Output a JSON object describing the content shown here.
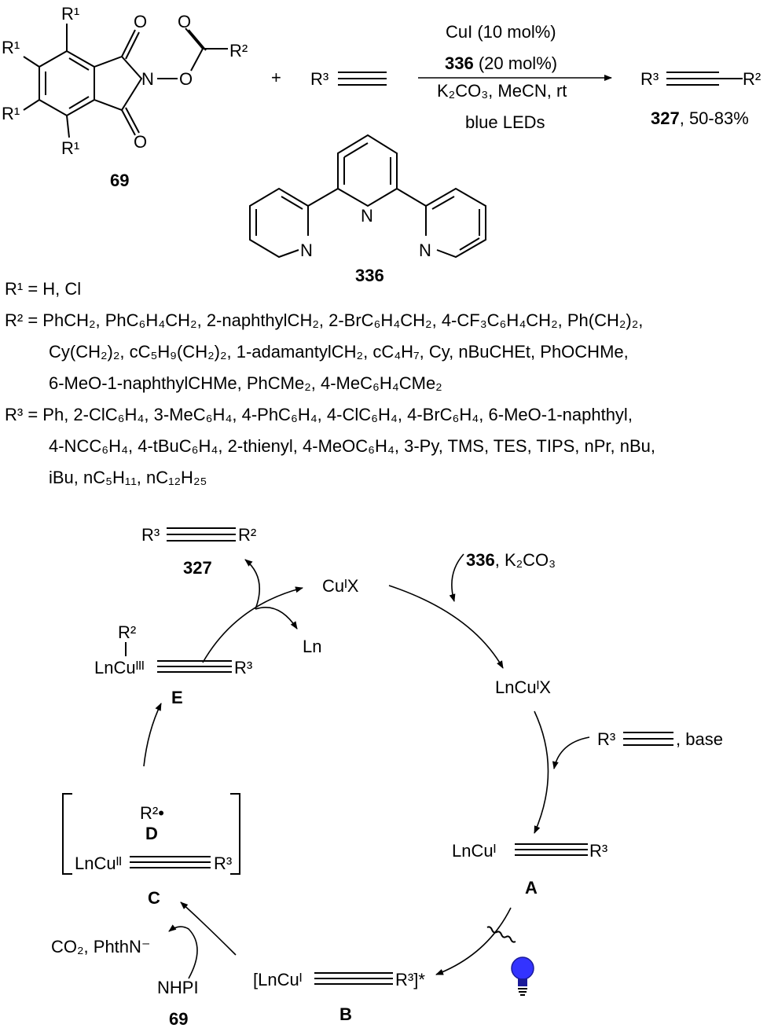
{
  "reaction": {
    "atoms": {
      "O": "O",
      "N": "N",
      "R1": "R¹",
      "R2": "R²",
      "R3": "R³"
    },
    "reactant_label": "69",
    "plus": "+",
    "conditions": [
      "CuI (10 mol%)",
      "336",
      " (20 mol%)",
      "K₂CO₃, MeCN, rt",
      "blue LEDs"
    ],
    "product_label": "327",
    "product_yield": ", 50-83%",
    "ligand_label": "336"
  },
  "substituents": {
    "r1": [
      "R¹ = H, Cl"
    ],
    "r2": [
      "R² = PhCH₂, PhC₆H₄CH₂, 2-naphthylCH₂, 2-BrC₆H₄CH₂, 4-CF₃C₆H₄CH₂, Ph(CH₂)₂,",
      "Cy(CH₂)₂, cC₅H₉(CH₂)₂, 1-adamantylCH₂, cC₄H₇, Cy, nBuCHEt, PhOCHMe,",
      "6-MeO-1-naphthylCHMe, PhCMe₂, 4-MeC₆H₄CMe₂"
    ],
    "r3": [
      "R³ = Ph, 2-ClC₆H₄, 3-MeC₆H₄, 4-PhC₆H₄, 4-ClC₆H₄, 4-BrC₆H₄, 6-MeO-1-naphthyl,",
      "4-NCC₆H₄, 4-tBuC₆H₄, 2-thienyl, 4-MeOC₆H₄, 3-Py, TMS, TES, TIPS, nPr, nBu,",
      "iBu, nC₅H₁₁, nC₁₂H₂₅"
    ]
  },
  "cycle": {
    "product": {
      "left": "R³",
      "right": "R²",
      "label": "327"
    },
    "cux": "CuᴵX",
    "ligand_in": {
      "bold": "336",
      "rest": ", K₂CO₃"
    },
    "ln_out": "Ln",
    "lncux": "LnCuᴵX",
    "alkyne_in": {
      "left": "R³",
      "rest": ", base"
    },
    "A": {
      "metal": "LnCuᴵ",
      "r": "R³",
      "label": "A"
    },
    "B": {
      "metal": "[LnCuᴵ",
      "r": "R³]*",
      "label": "B"
    },
    "C": {
      "metal": "LnCuᴵᴵ",
      "r": "R³",
      "label": "C"
    },
    "D": {
      "radical": "R²•",
      "label": "D"
    },
    "E": {
      "r2": "R²",
      "metal": "LnCuᴵᴵᴵ",
      "r": "R³",
      "label": "E"
    },
    "byproducts": "CO₂, PhthN⁻",
    "nhpi": "NHPI",
    "nhpi_label": "69",
    "light_color": "#3333ff"
  }
}
